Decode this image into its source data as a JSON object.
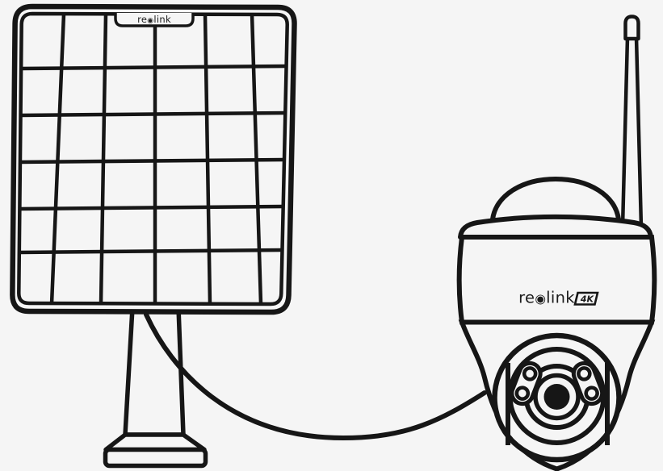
{
  "colors": {
    "background": "#f5f5f5",
    "line": "#161616"
  },
  "solar_panel": {
    "grid_columns": 6,
    "grid_rows": 6,
    "brand_logo": {
      "prefix": "re",
      "dot": "◉",
      "suffix": "link"
    }
  },
  "camera": {
    "brand_logo": {
      "prefix": "re",
      "dot": "◉",
      "suffix": "link"
    },
    "resolution_badge": "4K"
  }
}
